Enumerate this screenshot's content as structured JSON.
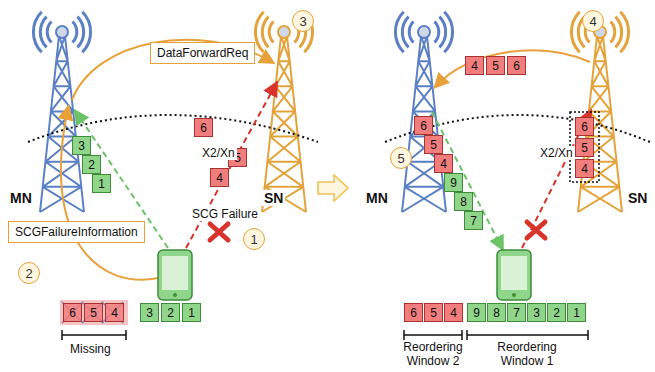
{
  "diagram": {
    "nodes": [
      {
        "text": [
          "DataForwardReq"
        ]
      },
      {
        "text": [
          "SCGFailureInformation"
        ]
      },
      {
        "text": [
          "6"
        ]
      },
      {
        "text": [
          "5"
        ]
      },
      {
        "text": [
          "4"
        ]
      },
      {
        "text": [
          "3"
        ]
      },
      {
        "text": [
          "2"
        ]
      },
      {
        "text": [
          "1"
        ]
      },
      {
        "text": [
          "6"
        ]
      },
      {
        "text": [
          "5"
        ]
      },
      {
        "text": [
          "4"
        ]
      },
      {
        "text": [
          "3"
        ]
      },
      {
        "text": [
          "2"
        ]
      },
      {
        "text": [
          "1"
        ]
      },
      {
        "text": [
          "4"
        ]
      },
      {
        "text": [
          "5"
        ]
      },
      {
        "text": [
          "6"
        ]
      },
      {
        "text": [
          "6"
        ]
      },
      {
        "text": [
          "5"
        ]
      },
      {
        "text": [
          "4"
        ]
      },
      {
        "text": [
          "6"
        ]
      },
      {
        "text": [
          "5"
        ]
      },
      {
        "text": [
          "4"
        ]
      },
      {
        "text": [
          "9"
        ]
      },
      {
        "text": [
          "8"
        ]
      },
      {
        "text": [
          "7"
        ]
      },
      {
        "text": [
          "6"
        ]
      },
      {
        "text": [
          "5"
        ]
      },
      {
        "text": [
          "4"
        ]
      },
      {
        "text": [
          "9"
        ]
      },
      {
        "text": [
          "8"
        ]
      },
      {
        "text": [
          "7"
        ]
      },
      {
        "text": [
          "3"
        ]
      },
      {
        "text": [
          "2"
        ]
      },
      {
        "text": [
          "1"
        ]
      }
    ],
    "labels": [
      "3",
      "MN",
      "SN",
      "X2/Xn",
      "SCG Failure",
      "1",
      "2",
      "Missing",
      "4",
      "5",
      "MN",
      "SN",
      "X2/Xn",
      "Reordering Window 2",
      "Reordering Window 1"
    ]
  }
}
